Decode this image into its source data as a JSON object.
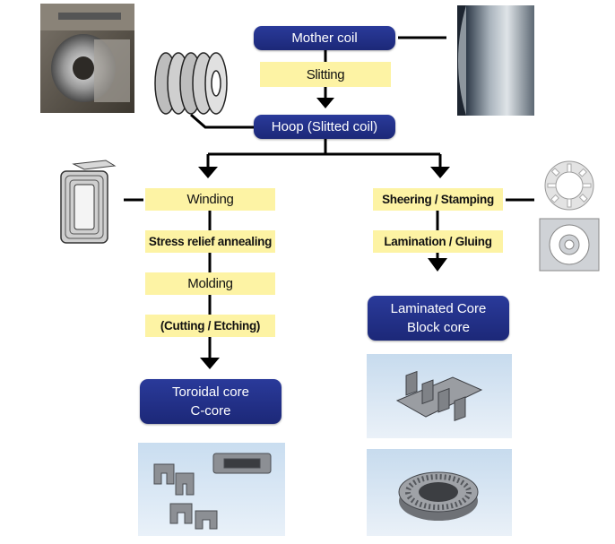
{
  "nodes": {
    "mother_coil": "Mother coil",
    "slitting": "Slitting",
    "hoop": "Hoop (Slitted coil)",
    "winding": "Winding",
    "stress_relief": "Stress relief annealing",
    "molding": "Molding",
    "cutting": "(Cutting / Etching)",
    "toroidal_line1": "Toroidal core",
    "toroidal_line2": "C-core",
    "sheering": "Sheering / Stamping",
    "lamination": "Lamination / Gluing",
    "laminated_line1": "Laminated Core",
    "laminated_line2": "Block core"
  },
  "images": {
    "slitting_machine": "slitting-machine-photo",
    "slit_rolls": "slit-rolls-illustration",
    "mother_coil_photo": "mother-coil-photo",
    "wound_core": "wound-core-illustration",
    "stator_ring": "stator-ring-lamination",
    "square_stator": "square-stator-lamination",
    "toroidal_cores": "c-core-photo",
    "block_core": "block-core-photo",
    "laminated_stator": "laminated-stator-photo"
  },
  "colors": {
    "navy": "#1f2a80",
    "yellow": "#fdf3a4",
    "line": "#000000"
  }
}
